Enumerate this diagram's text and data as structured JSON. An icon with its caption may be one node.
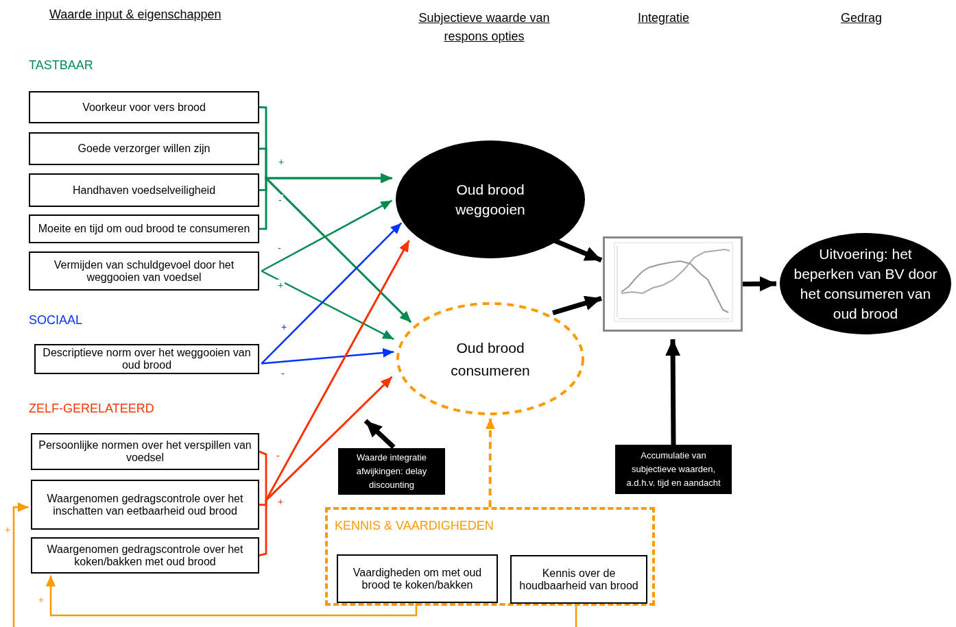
{
  "diagram": {
    "nodes": [
      {
        "text": [
          "Voorkeur voor vers brood"
        ]
      },
      {
        "text": [
          "Goede verzorger willen zijn"
        ]
      },
      {
        "text": [
          "Handhaven voedselveiligheid"
        ]
      },
      {
        "text": [
          "Moeite en tijd om oud brood te consumeren"
        ]
      },
      {
        "text": [
          "Vermijden van schuldgevoel door het weggooien van voedsel"
        ]
      },
      {
        "text": [
          "Descriptieve norm over het weggooien van oud brood"
        ]
      },
      {
        "text": [
          "Persoonlijke normen over het verspillen van voedsel"
        ]
      },
      {
        "text": [
          "Waargenomen gedragscontrole over het inschatten van eetbaarheid oud brood"
        ]
      },
      {
        "text": [
          "Waargenomen gedragscontrole over het koken/bakken met oud brood"
        ]
      },
      {
        "text": [
          "Oud brood weggooien"
        ]
      },
      {
        "text": [
          "Oud brood consumeren"
        ]
      },
      {
        "text": [],
        "shape": "picture"
      },
      {
        "text": [
          "Uitvoering: het beperken van BV door het consumeren van oud brood"
        ]
      },
      {
        "text": [
          "Waarde integratie afwijkingen: delay discounting"
        ]
      },
      {
        "text": [
          "Accumulatie van subjectieve waarden, a.d.h.v. tijd en aandacht"
        ]
      },
      {
        "text": [
          "KENNIS & VAARDIGHEDEN"
        ]
      },
      {
        "text": [
          "Vaardigheden om met oud brood te koken/bakken"
        ],
        "in": 15
      },
      {
        "text": [
          "Kennis over de houdbaarheid van brood"
        ],
        "in": 15
      }
    ],
    "edges": [
      {
        "from": 0,
        "to": 9,
        "arrow": "to",
        "label": "+",
        "color": "#008c50"
      },
      {
        "from": 1,
        "to": 9,
        "arrow": "to",
        "color": "#008c50"
      },
      {
        "from": 2,
        "to": 9,
        "arrow": "to",
        "color": "#008c50"
      },
      {
        "from": 3,
        "to": 9,
        "arrow": "to",
        "color": "#008c50"
      },
      {
        "from": 0,
        "to": 10,
        "arrow": "to",
        "label": "-",
        "color": "#008c50"
      },
      {
        "from": 1,
        "to": 10,
        "arrow": "to",
        "color": "#008c50"
      },
      {
        "from": 2,
        "to": 10,
        "arrow": "to",
        "color": "#008c50"
      },
      {
        "from": 3,
        "to": 10,
        "arrow": "to",
        "color": "#008c50"
      },
      {
        "from": 4,
        "to": 9,
        "arrow": "to",
        "label": "-",
        "color": "#008c50"
      },
      {
        "from": 4,
        "to": 10,
        "arrow": "to",
        "label": "+",
        "color": "#008c50"
      },
      {
        "from": 5,
        "to": 9,
        "arrow": "to",
        "label": "+",
        "color": "#0033ff"
      },
      {
        "from": 5,
        "to": 10,
        "arrow": "to",
        "label": "-",
        "color": "#0033ff"
      },
      {
        "from": 6,
        "to": 9,
        "arrow": "to",
        "label": "-",
        "color": "#ff3300"
      },
      {
        "from": 7,
        "to": 9,
        "arrow": "to",
        "color": "#ff3300"
      },
      {
        "from": 8,
        "to": 9,
        "arrow": "to",
        "color": "#ff3300"
      },
      {
        "from": 6,
        "to": 10,
        "arrow": "to",
        "label": "+",
        "color": "#ff3300"
      },
      {
        "from": 7,
        "to": 10,
        "arrow": "to",
        "color": "#ff3300"
      },
      {
        "from": 8,
        "to": 10,
        "arrow": "to",
        "color": "#ff3300"
      },
      {
        "from": 9,
        "to": 11,
        "arrow": "to",
        "style": "thick",
        "color": "#000000"
      },
      {
        "from": 10,
        "to": 11,
        "arrow": "to",
        "style": "thick",
        "color": "#000000"
      },
      {
        "from": 11,
        "to": 12,
        "arrow": "to",
        "style": "thick",
        "color": "#000000"
      },
      {
        "from": 14,
        "to": 11,
        "arrow": "to",
        "style": "thick",
        "color": "#000000"
      },
      {
        "from": 13,
        "to": null,
        "arrow": "to",
        "style": "thick",
        "color": "#000000"
      },
      {
        "from": 15,
        "to": 10,
        "arrow": "to",
        "style": "dashed",
        "color": "#ff9900"
      },
      {
        "from": 16,
        "to": 8,
        "arrow": "to",
        "label": "+",
        "color": "#ff9900"
      },
      {
        "from": 17,
        "to": null,
        "arrow": "none",
        "color": "#ff9900"
      },
      {
        "from": null,
        "to": 7,
        "arrow": "to",
        "label": "+",
        "color": "#ff9900"
      }
    ],
    "labels": [
      "Waarde input & eigenschappen",
      "Subjectieve waarde van respons opties",
      "Integratie",
      "Gedrag",
      "TASTBAAR",
      "SOCIAAL",
      "ZELF-GERELATEERD"
    ]
  }
}
